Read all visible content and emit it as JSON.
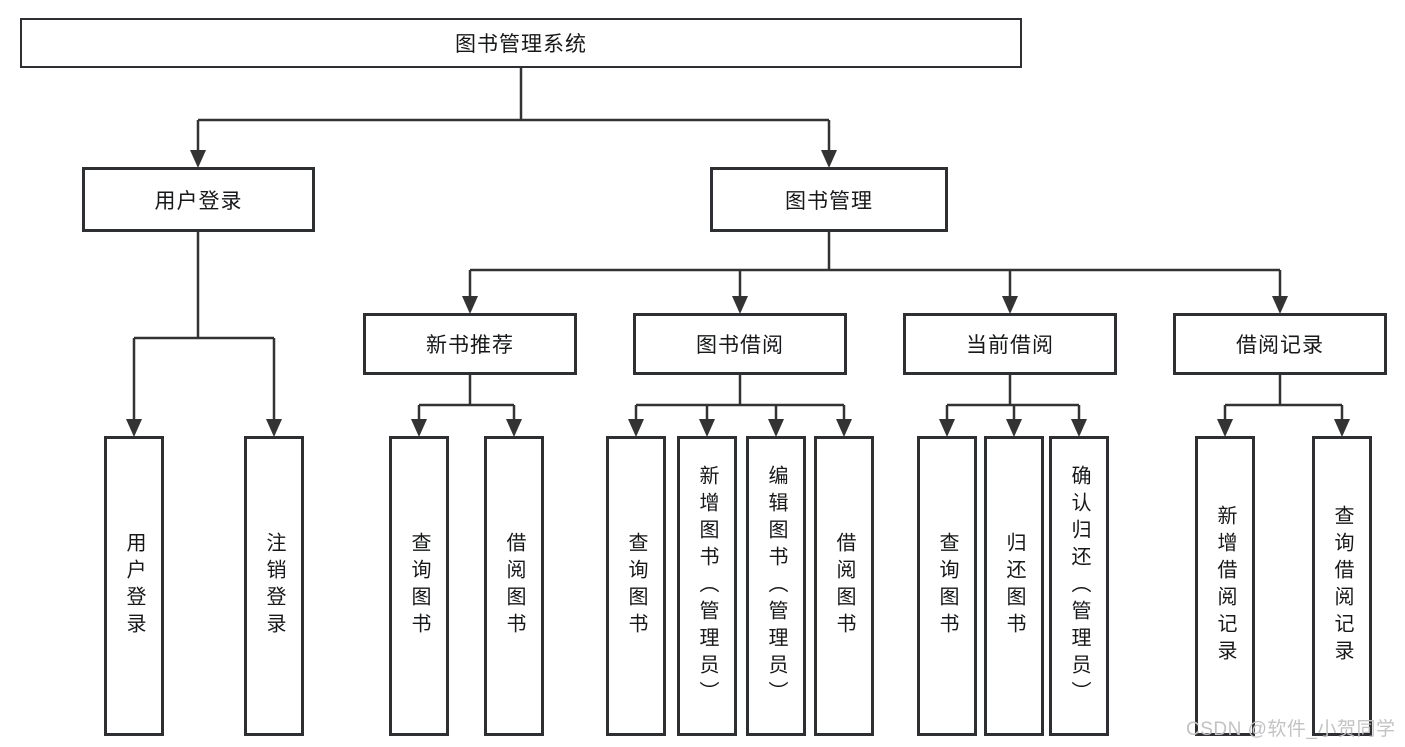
{
  "diagram": {
    "title": "图书管理系统",
    "branches": [
      {
        "label": "用户登录",
        "children": [
          "用户登录",
          "注销登录"
        ]
      },
      {
        "label": "图书管理",
        "children": [
          {
            "label": "新书推荐",
            "children": [
              "查询图书",
              "借阅图书"
            ]
          },
          {
            "label": "图书借阅",
            "children": [
              "查询图书",
              "新增图书（管理员）",
              "编辑图书（管理员）",
              "借阅图书"
            ]
          },
          {
            "label": "当前借阅",
            "children": [
              "查询图书",
              "归还图书",
              "确认归还（管理员）"
            ]
          },
          {
            "label": "借阅记录",
            "children": [
              "新增借阅记录",
              "查询借阅记录"
            ]
          }
        ]
      }
    ]
  },
  "colors": {
    "line": "#333333",
    "border": "#2d2f33",
    "watermark": "#c3c3c3"
  },
  "watermark": "CSDN @软件_小贺同学"
}
